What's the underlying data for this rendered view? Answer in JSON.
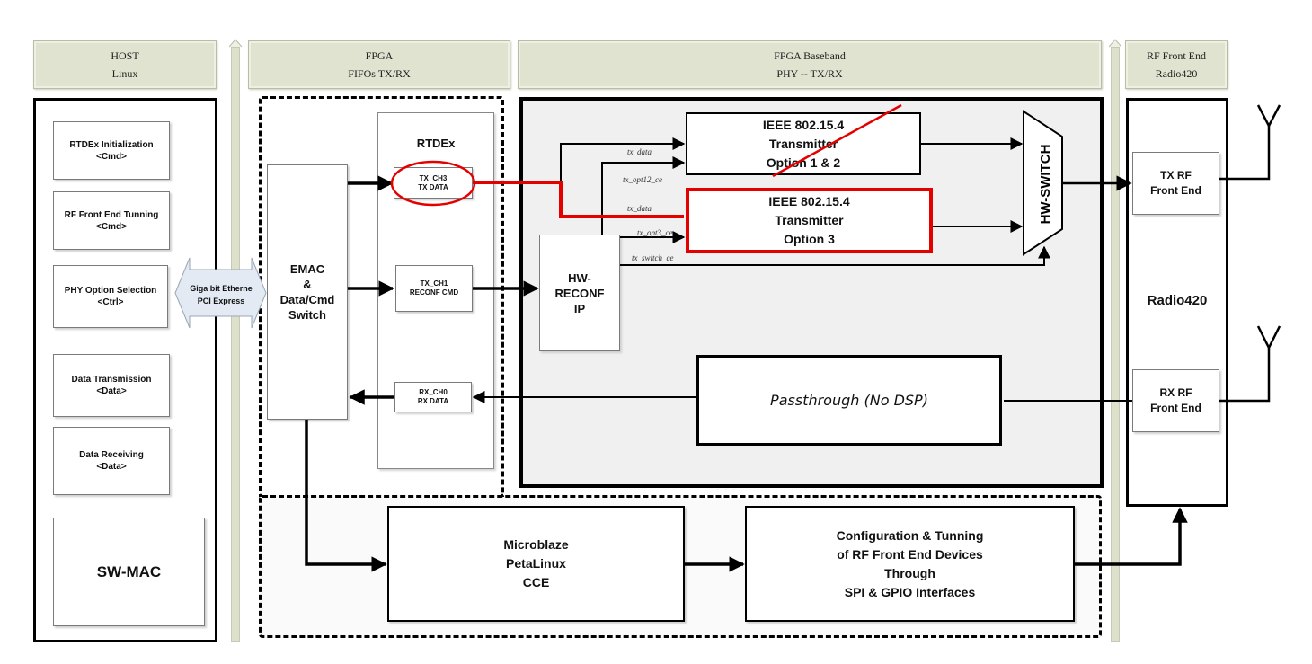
{
  "headers": {
    "host": {
      "line1": "HOST",
      "line2": "Linux"
    },
    "fpga_fifo": {
      "line1": "FPGA",
      "line2": "FIFOs TX/RX"
    },
    "fpga_baseband": {
      "line1": "FPGA Baseband",
      "line2": "PHY -- TX/RX"
    },
    "rf_front_end": {
      "line1": "RF Front End",
      "line2": "Radio420"
    }
  },
  "host": {
    "blocks": [
      {
        "title": "RTDEx Initialization",
        "sub": "<Cmd>"
      },
      {
        "title": "RF Front End Tunning",
        "sub": "<Cmd>"
      },
      {
        "title": "PHY Option Selection",
        "sub": "<Ctrl>"
      },
      {
        "title": "Data Transmission",
        "sub": "<Data>"
      },
      {
        "title": "Data Receiving",
        "sub": "<Data>"
      }
    ],
    "sw_mac": "SW-MAC"
  },
  "link": {
    "line1": "Giga bit Etherne",
    "line2": "PCI Express"
  },
  "fifo": {
    "emac": {
      "line1": "EMAC",
      "line2": "&",
      "line3": "Data/Cmd",
      "line4": "Switch"
    },
    "rtdex": {
      "title": "RTDEx",
      "channels": [
        {
          "line1": "TX_CH3",
          "line2": "TX DATA",
          "highlighted": true
        },
        {
          "line1": "TX_CH1",
          "line2": "RECONF CMD",
          "highlighted": false
        },
        {
          "line1": "RX_CH0",
          "line2": "RX DATA",
          "highlighted": false
        }
      ]
    }
  },
  "baseband": {
    "tx_opt12": {
      "line1": "IEEE 802.15.4",
      "line2": "Transmitter",
      "line3": "Option 1 & 2",
      "crossed_out": true
    },
    "tx_opt3": {
      "line1": "IEEE 802.15.4",
      "line2": "Transmitter",
      "line3": "Option 3",
      "highlighted": true
    },
    "hw_switch": "HW-SWITCH",
    "hw_reconf": {
      "line1": "HW-",
      "line2": "RECONF",
      "line3": "IP"
    },
    "passthrough": "Passthrough (No DSP)",
    "signals": {
      "tx_data_1": "tx_data",
      "tx_opt12_ce": "tx_opt12_ce",
      "tx_data_2": "tx_data",
      "tx_opt3_ce": "tx_opt3_ce",
      "tx_switch_ce": "tx_switch_ce"
    }
  },
  "control": {
    "microblaze": {
      "line1": "Microblaze",
      "line2": "PetaLinux",
      "line3": "CCE"
    },
    "config": {
      "line1": "Configuration & Tunning",
      "line2": "of RF Front End Devices",
      "line3": "Through",
      "line4": "SPI & GPIO Interfaces"
    }
  },
  "radio": {
    "title": "Radio420",
    "tx_rf": {
      "line1": "TX RF",
      "line2": "Front End"
    },
    "rx_rf": {
      "line1": "RX RF",
      "line2": "Front End"
    }
  },
  "colors": {
    "highlight": "#e50000",
    "header_bg": "#dfe3cf",
    "baseband_bg": "#f0f0f0"
  }
}
